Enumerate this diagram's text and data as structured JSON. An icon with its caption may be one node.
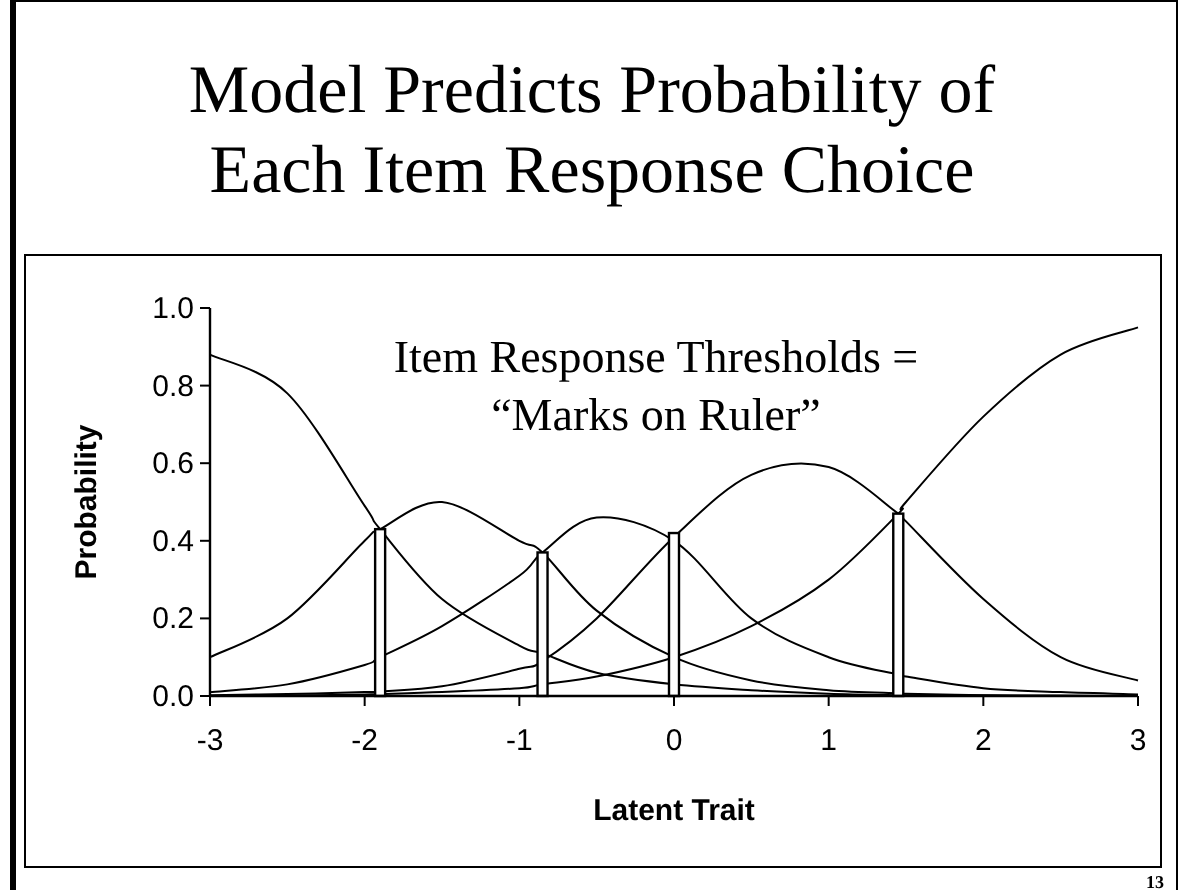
{
  "diagram": {
    "title": "Model Predicts Probability of Each Item Response Choice",
    "labels": [
      "13"
    ],
    "chart_data": {
      "type": "line",
      "xlabel": "Latent Trait",
      "ylabel": "Probability",
      "x": [
        -3,
        -2.5,
        -2,
        -1.9,
        -1.5,
        -1,
        -0.85,
        -0.5,
        0,
        0.5,
        1,
        1.45,
        1.5,
        2,
        2.5,
        3
      ],
      "series": [
        {
          "color": "#000000",
          "values": [
            0.88,
            0.78,
            0.49,
            0.43,
            0.25,
            0.13,
            0.11,
            0.06,
            0.03,
            0.015,
            0.006,
            0.002,
            0.002,
            0.001,
            0,
            0
          ]
        },
        {
          "color": "#000000",
          "values": [
            0.1,
            0.2,
            0.4,
            0.43,
            0.5,
            0.4,
            0.37,
            0.22,
            0.1,
            0.04,
            0.015,
            0.007,
            0.006,
            0.002,
            0.001,
            0
          ]
        },
        {
          "color": "#000000",
          "values": [
            0.01,
            0.03,
            0.08,
            0.1,
            0.18,
            0.31,
            0.37,
            0.46,
            0.4,
            0.2,
            0.1,
            0.055,
            0.05,
            0.02,
            0.01,
            0.004
          ]
        },
        {
          "color": "#000000",
          "values": [
            0.002,
            0.005,
            0.01,
            0.012,
            0.025,
            0.07,
            0.09,
            0.2,
            0.41,
            0.57,
            0.59,
            0.47,
            0.45,
            0.25,
            0.1,
            0.04
          ]
        },
        {
          "color": "#000000",
          "values": [
            0,
            0.001,
            0.004,
            0.005,
            0.01,
            0.02,
            0.03,
            0.05,
            0.1,
            0.18,
            0.3,
            0.47,
            0.5,
            0.72,
            0.88,
            0.95
          ]
        },
        {
          "type": "bar",
          "color": "#ffffff",
          "values": [
            null,
            null,
            null,
            0.43,
            null,
            null,
            0.37,
            null,
            0.42,
            null,
            null,
            0.47,
            null,
            null,
            null,
            null
          ]
        }
      ],
      "xlim": [
        -3,
        3
      ],
      "ylim": [
        0,
        1
      ],
      "xticks": [
        -3,
        -2,
        -1,
        0,
        1,
        2,
        3
      ],
      "yticks": [
        {
          "value": 0,
          "label": "0.0"
        },
        {
          "value": 0.2,
          "label": "0.2"
        },
        {
          "value": 0.4,
          "label": "0.4"
        },
        {
          "value": 0.6,
          "label": "0.6"
        },
        {
          "value": 0.8,
          "label": "0.8"
        },
        {
          "value": 1,
          "label": "1.0"
        }
      ],
      "annotations": [
        {
          "text": "Item Response Thresholds = “Marks on Ruler”"
        }
      ]
    }
  }
}
